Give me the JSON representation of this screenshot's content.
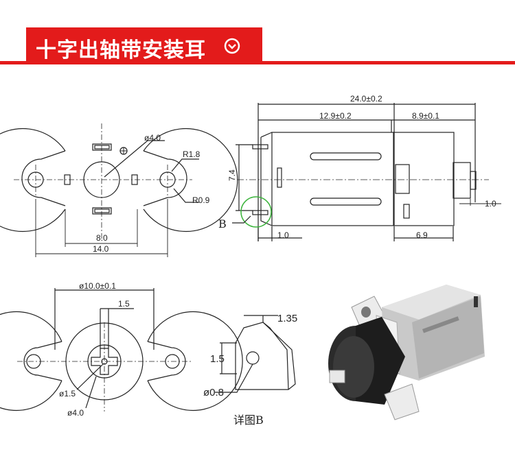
{
  "header": {
    "title": "十字出轴带安装耳",
    "accent_color": "#e31b1b",
    "icon": "chevron-down-circle-icon"
  },
  "view_front": {
    "d_shaft": "ø4.0",
    "r1": "R1.8",
    "r2": "R0.9",
    "w1": "8.0",
    "w2": "14.0"
  },
  "view_side": {
    "total": "24.0±0.2",
    "body": "12.9±0.2",
    "gear": "8.9±0.1",
    "height": "7.4",
    "shaft": "1.0",
    "term": "1.0",
    "tail": "6.9",
    "detail_label": "B"
  },
  "view_bottom": {
    "diam": "ø10.0±0.1",
    "cross": "1.5",
    "hole": "ø1.5",
    "shaft": "ø4.0"
  },
  "view_detail": {
    "w": "1.35",
    "h": "1.5",
    "hole": "ø0.8",
    "caption": "详图B"
  }
}
